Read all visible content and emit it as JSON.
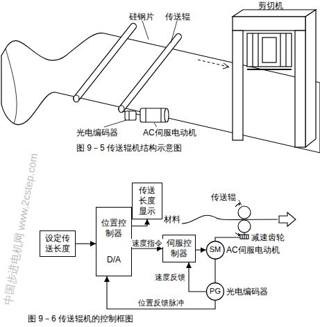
{
  "diagram": {
    "caption": "图 9－6 传送辊机的控制框图",
    "nodes": [
      {
        "text": [
          "设定传送长度"
        ]
      },
      {
        "text": [
          "位置控制器",
          "D/A"
        ]
      },
      {
        "text": [
          "传送长度显示"
        ]
      },
      {
        "text": [
          "伺服控制器"
        ]
      },
      {
        "text": [
          "SM"
        ]
      },
      {
        "text": [
          "PG"
        ]
      }
    ],
    "edges": [
      {
        "from": 0,
        "to": 1,
        "arrow": "to"
      },
      {
        "from": 1,
        "to": 2,
        "arrow": "to"
      },
      {
        "from": 1,
        "to": 3,
        "arrow": "to",
        "label": "速度指令"
      },
      {
        "from": 3,
        "to": 4,
        "arrow": "to"
      },
      {
        "from": 5,
        "to": 3,
        "arrow": "to",
        "label": "速度反馈"
      },
      {
        "from": 5,
        "to": 1,
        "arrow": "to",
        "label": "位置反馈脉冲"
      },
      {
        "from": 4,
        "to": 5,
        "arrow": "none"
      }
    ],
    "labels": [
      "硅钢片",
      "传送辊",
      "剪切机",
      "光电编码器",
      "AC伺服电动机",
      "图 9－5 传送辊机结构示意图",
      "材料",
      "传送辊",
      "减速齿轮",
      "AC伺服电动机",
      "光电编码器",
      "中国步进电机网 www.2cstep.com"
    ]
  }
}
